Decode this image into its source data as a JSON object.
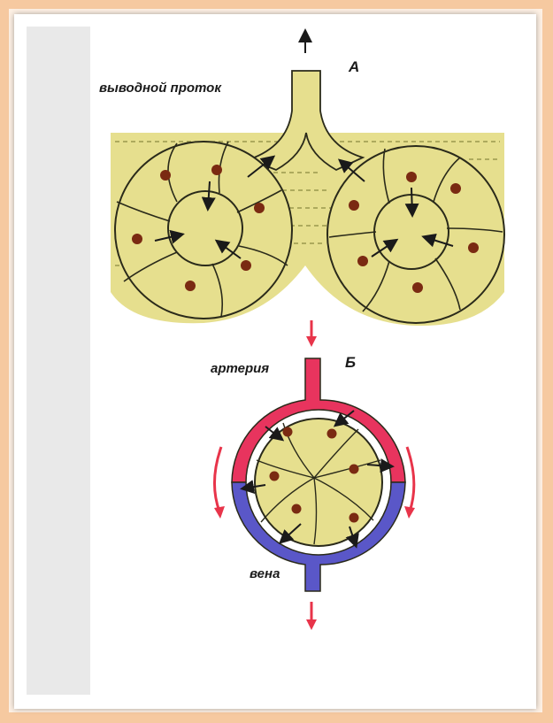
{
  "labels": {
    "duct": "выводной проток",
    "panel_a": "А",
    "panel_b": "Б",
    "artery": "артерия",
    "vein": "вена"
  },
  "colors": {
    "tissue": "#e6df8e",
    "outline": "#2a2a1a",
    "nucleus": "#7a2a12",
    "artery": "#e8345e",
    "vein": "#5a57c8",
    "flow_arrow": "#e8344a",
    "background": "#ffffff",
    "border": "#f6c9a0"
  }
}
